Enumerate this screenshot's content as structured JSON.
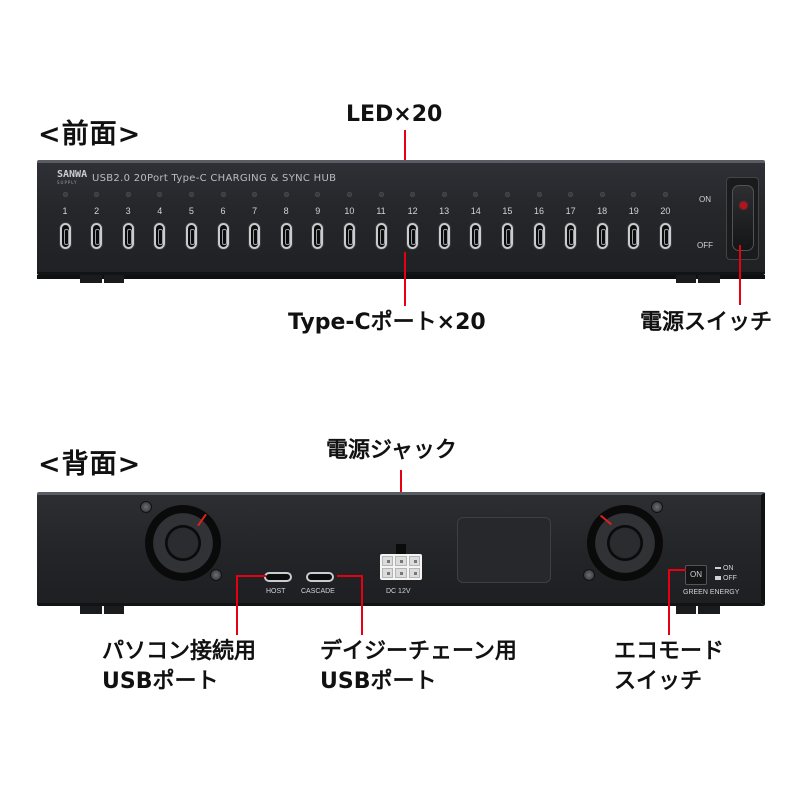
{
  "front": {
    "title": "<前面>",
    "device": {
      "brand": "SANWA",
      "brand_sub": "SUPPLY",
      "model_text": "USB2.0 20Port Type-C CHARGING & SYNC HUB",
      "ports": [
        "1",
        "2",
        "3",
        "4",
        "5",
        "6",
        "7",
        "8",
        "9",
        "10",
        "11",
        "12",
        "13",
        "14",
        "15",
        "16",
        "17",
        "18",
        "19",
        "20"
      ],
      "switch_on_label": "ON",
      "switch_off_label": "OFF"
    },
    "callouts": {
      "led": "LED×20",
      "typec_ports": "Type-Cポート×20",
      "power_switch": "電源スイッチ"
    }
  },
  "back": {
    "title": "<背面>",
    "device": {
      "host_label": "HOST",
      "cascade_label": "CASCADE",
      "dc_label": "DC 12V",
      "eco_button_label": "ON",
      "eco_on_label": "ON",
      "eco_off_label": "OFF",
      "eco_name": "GREEN ENERGY"
    },
    "callouts": {
      "power_jack": "電源ジャック",
      "pc_port_line1": "パソコン接続用",
      "pc_port_line2": "USBポート",
      "daisy_line1": "デイジーチェーン用",
      "daisy_line2": "USBポート",
      "eco_line1": "エコモード",
      "eco_line2": "スイッチ"
    }
  },
  "colors": {
    "callout_line": "#e60012",
    "device_body": "#25272b",
    "text": "#111111"
  }
}
